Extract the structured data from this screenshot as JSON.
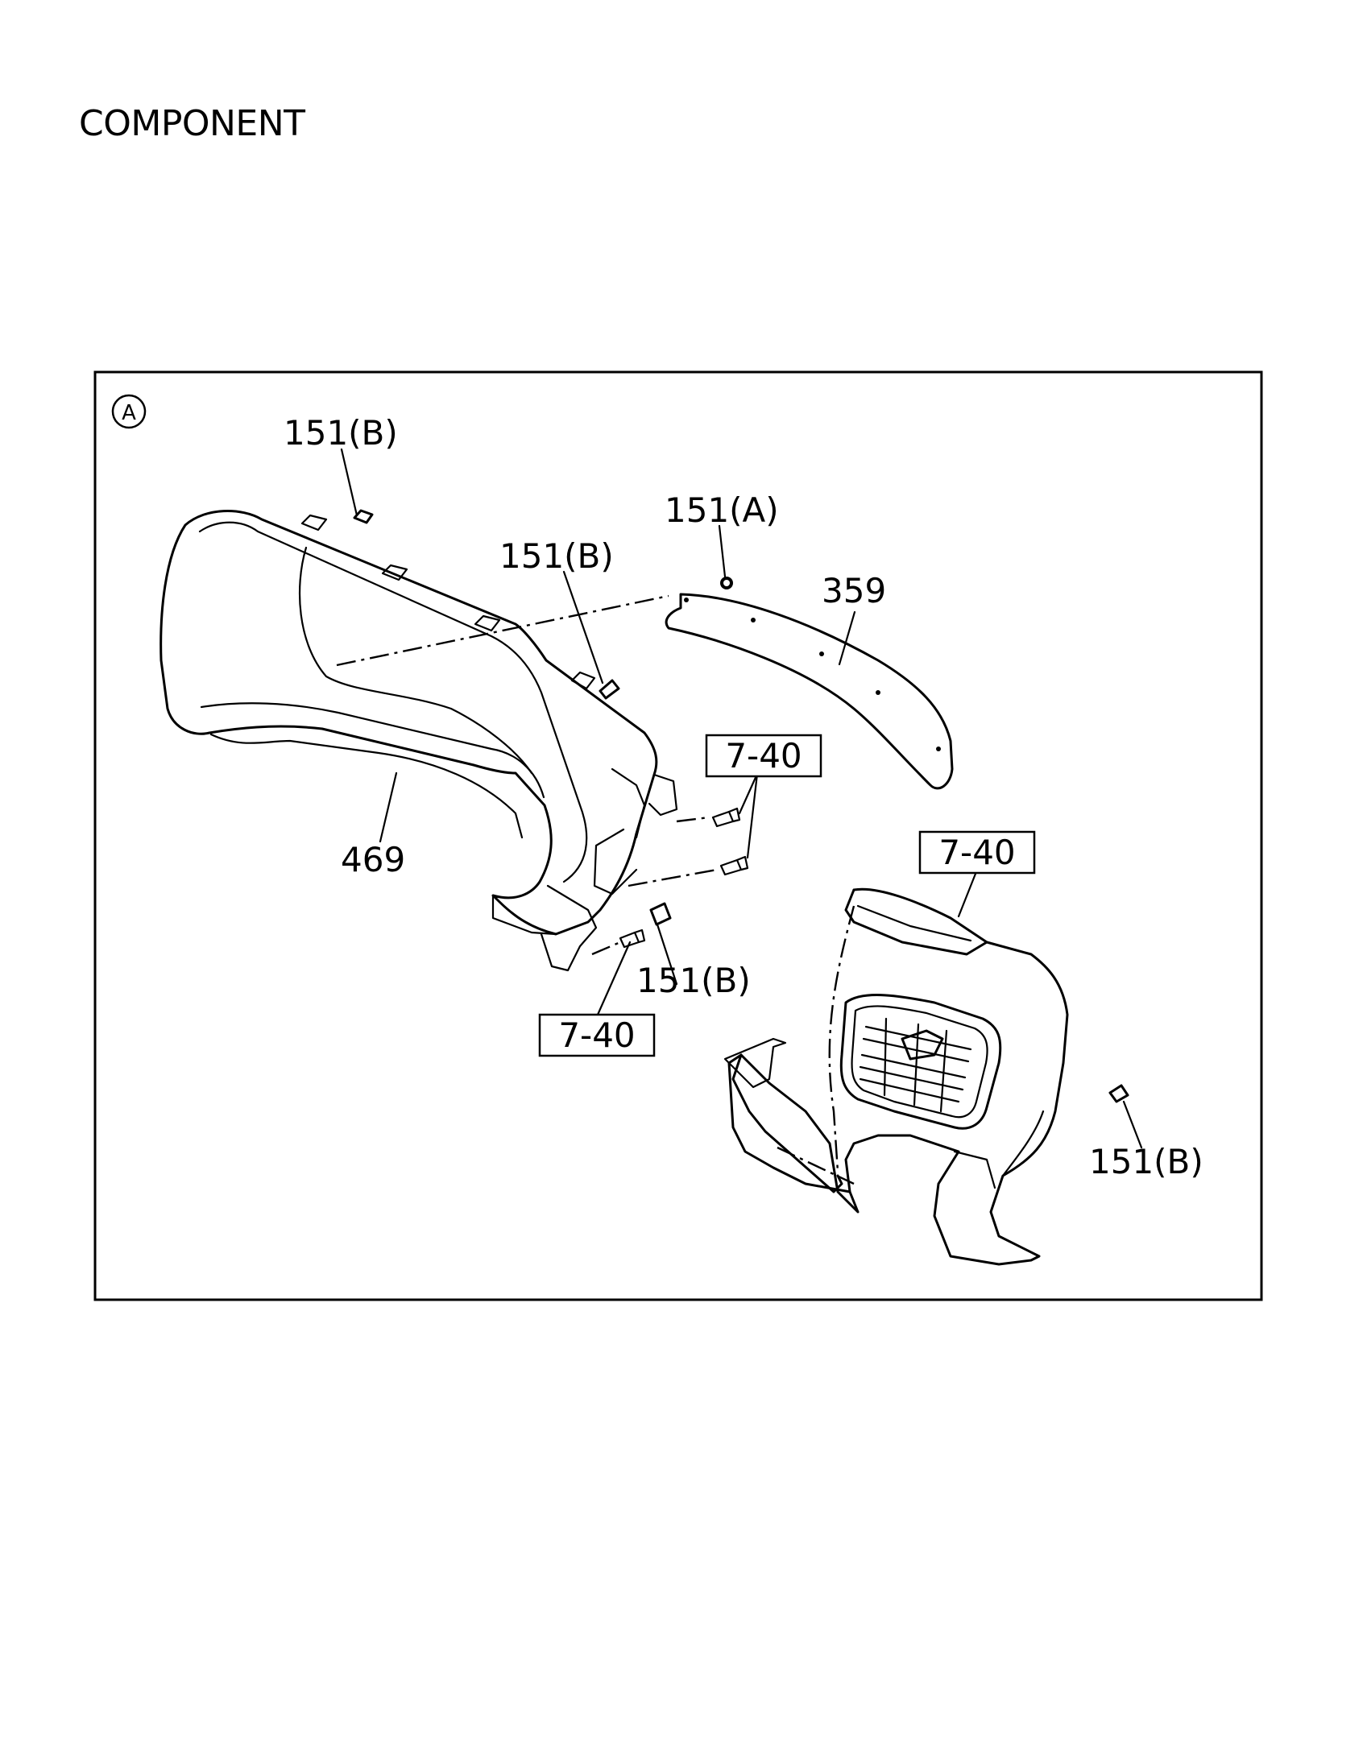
{
  "page": {
    "heading": "COMPONENT"
  },
  "view": {
    "marker": "A"
  },
  "callouts": {
    "clip_151b_top": "151(B)",
    "clip_151a": "151(A)",
    "clip_151b_mid": "151(B)",
    "part_359": "359",
    "part_469": "469",
    "clip_151b_low": "151(B)",
    "clip_151b_right": "151(B)"
  },
  "ref_boxes": {
    "ref_upper": "7-40",
    "ref_right": "7-40",
    "ref_lower": "7-40"
  },
  "colors": {
    "ink": "#000000",
    "paper": "#ffffff"
  }
}
